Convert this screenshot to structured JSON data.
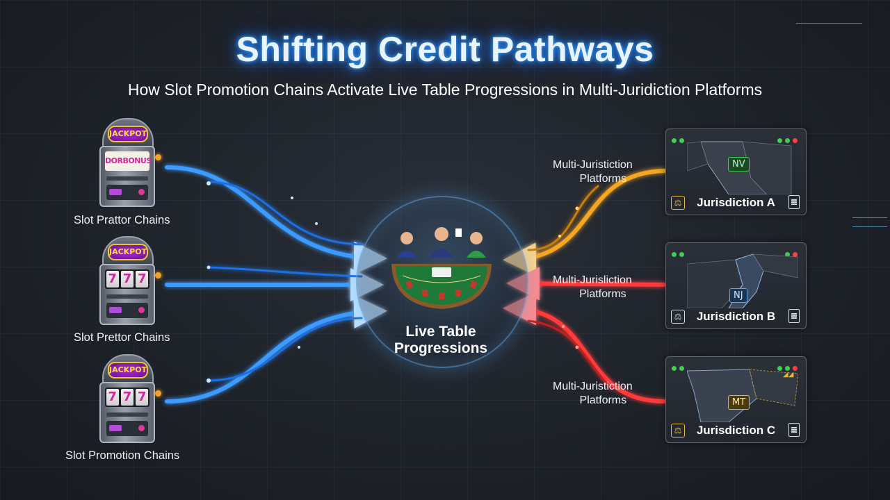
{
  "header": {
    "title": "Shifting Credit Pathways",
    "subtitle": "How Slot Promotion Chains Activate Live Table Progressions in Multi-Juridiction Platforms"
  },
  "slots": [
    {
      "jackpot_label": "JACKPOT",
      "reel_text": "DORBONUS",
      "label": "Slot Prattor Chains"
    },
    {
      "jackpot_label": "JACKPOT",
      "reel_symbols": [
        "7",
        "7",
        "7"
      ],
      "label": "Slot Prettor Chains"
    },
    {
      "jackpot_label": "JACKPOT",
      "reel_symbols": [
        "7",
        "7",
        "7"
      ],
      "label": "Slot Promotion Chains"
    }
  ],
  "hub": {
    "label_line1": "Live Table",
    "label_line2": "Progressions"
  },
  "platform_labels": [
    {
      "line1": "Multi-Juristiction",
      "line2": "Platforms"
    },
    {
      "line1": "Multi-Jurisliction",
      "line2": "Platforms"
    },
    {
      "line1": "Multi-Juristiction",
      "line2": "Platforms"
    }
  ],
  "jurisdictions": [
    {
      "name": "Jurisdiction A",
      "badge": "NV",
      "badge_color": "#3fcf52"
    },
    {
      "name": "Jurisdiction B",
      "badge": "NJ",
      "badge_color": "#5aa8f0"
    },
    {
      "name": "Jurisdiction C",
      "badge": "MT",
      "badge_color": "#e2b43a"
    }
  ],
  "colors": {
    "flow_blue": "#4aa8ff",
    "flow_orange": "#f5a623",
    "flow_red": "#ff3b3b",
    "title_glow": "#3aa6ff",
    "felt_green": "#1f7a3a"
  }
}
